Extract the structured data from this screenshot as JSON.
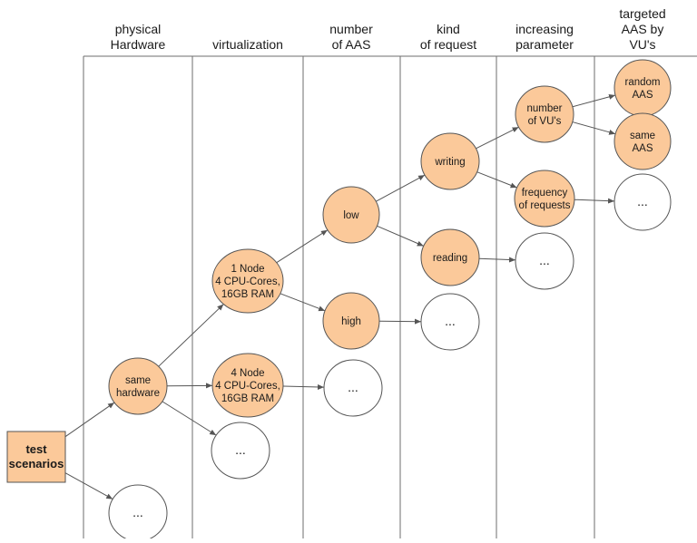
{
  "columns": [
    {
      "id": "hw",
      "header": [
        "physical",
        "Hardware"
      ]
    },
    {
      "id": "virt",
      "header": [
        "virtualization"
      ]
    },
    {
      "id": "naas",
      "header": [
        "number",
        "of AAS"
      ]
    },
    {
      "id": "kind",
      "header": [
        "kind",
        "of request"
      ]
    },
    {
      "id": "inc",
      "header": [
        "increasing",
        "parameter"
      ]
    },
    {
      "id": "tgt",
      "header": [
        "targeted",
        "AAS by",
        "VU's"
      ]
    }
  ],
  "nodes": [
    {
      "id": "root",
      "shape": "rect",
      "filled": true,
      "bold": true,
      "lines": [
        "test",
        "scenarios"
      ]
    },
    {
      "id": "same_hw",
      "shape": "ellipse",
      "filled": true,
      "lines": [
        "same",
        "hardware"
      ]
    },
    {
      "id": "hw_more",
      "shape": "ellipse",
      "filled": false,
      "lines": [
        "..."
      ]
    },
    {
      "id": "node1",
      "shape": "ellipse",
      "filled": true,
      "lines": [
        "1 Node",
        "4 CPU-Cores,",
        "16GB RAM"
      ]
    },
    {
      "id": "node4",
      "shape": "ellipse",
      "filled": true,
      "lines": [
        "4 Node",
        "4 CPU-Cores,",
        "16GB RAM"
      ]
    },
    {
      "id": "virt_more",
      "shape": "ellipse",
      "filled": false,
      "lines": [
        "..."
      ]
    },
    {
      "id": "low",
      "shape": "ellipse",
      "filled": true,
      "lines": [
        "low"
      ]
    },
    {
      "id": "high",
      "shape": "ellipse",
      "filled": true,
      "lines": [
        "high"
      ]
    },
    {
      "id": "n4_more",
      "shape": "ellipse",
      "filled": false,
      "lines": [
        "..."
      ]
    },
    {
      "id": "writing",
      "shape": "ellipse",
      "filled": true,
      "lines": [
        "writing"
      ]
    },
    {
      "id": "reading",
      "shape": "ellipse",
      "filled": true,
      "lines": [
        "reading"
      ]
    },
    {
      "id": "high_more",
      "shape": "ellipse",
      "filled": false,
      "lines": [
        "..."
      ]
    },
    {
      "id": "num_vu",
      "shape": "ellipse",
      "filled": true,
      "lines": [
        "number",
        "of VU's"
      ]
    },
    {
      "id": "freq",
      "shape": "ellipse",
      "filled": true,
      "lines": [
        "frequency",
        "of requests"
      ]
    },
    {
      "id": "read_more",
      "shape": "ellipse",
      "filled": false,
      "lines": [
        "..."
      ]
    },
    {
      "id": "random",
      "shape": "ellipse",
      "filled": true,
      "lines": [
        "random",
        "AAS"
      ]
    },
    {
      "id": "same_aas",
      "shape": "ellipse",
      "filled": true,
      "lines": [
        "same",
        "AAS"
      ]
    },
    {
      "id": "freq_more",
      "shape": "ellipse",
      "filled": false,
      "lines": [
        "..."
      ]
    }
  ],
  "edges": [
    [
      "root",
      "same_hw"
    ],
    [
      "root",
      "hw_more"
    ],
    [
      "same_hw",
      "node1"
    ],
    [
      "same_hw",
      "node4"
    ],
    [
      "same_hw",
      "virt_more"
    ],
    [
      "node1",
      "low"
    ],
    [
      "node1",
      "high"
    ],
    [
      "node4",
      "n4_more"
    ],
    [
      "low",
      "writing"
    ],
    [
      "low",
      "reading"
    ],
    [
      "high",
      "high_more"
    ],
    [
      "writing",
      "num_vu"
    ],
    [
      "writing",
      "freq"
    ],
    [
      "reading",
      "read_more"
    ],
    [
      "num_vu",
      "random"
    ],
    [
      "num_vu",
      "same_aas"
    ],
    [
      "freq",
      "freq_more"
    ]
  ],
  "colors": {
    "node_fill": "#fbc99a",
    "node_stroke": "#555555",
    "line": "#555555",
    "divider": "#6e6e6e"
  }
}
